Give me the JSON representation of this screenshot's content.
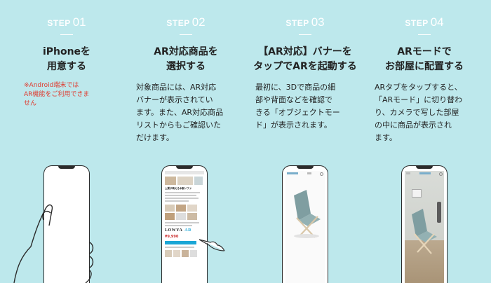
{
  "steps": [
    {
      "word": "STEP",
      "num": "01",
      "title": [
        "iPhoneを",
        "用意する"
      ],
      "note": [
        "※Android端末では",
        "AR機能をご利用できま",
        "せん"
      ]
    },
    {
      "word": "STEP",
      "num": "02",
      "title": [
        "AR対応商品を",
        "選択する"
      ],
      "body": [
        "対象商品には、AR対応",
        "バナーが表示されてい",
        "ます。また、AR対応商品",
        "リストからもご確認いた",
        "だけます。"
      ]
    },
    {
      "word": "STEP",
      "num": "03",
      "title": [
        "【AR対応】バナーを",
        "タップでARを起動する"
      ],
      "body": [
        "最初に、3Dで商品の細",
        "部や背面などを確認で",
        "きる「オブジェクトモー",
        "ド」が表示されます。"
      ]
    },
    {
      "word": "STEP",
      "num": "04",
      "title": [
        "ARモードで",
        "お部屋に配置する"
      ],
      "body": [
        "ARタブをタップすると、",
        "「ARモード」に切り替わ",
        "り、カメラで写した部屋",
        "の中に商品が表示され",
        "ます。"
      ]
    }
  ],
  "screens": {
    "product_title": "上質が映える木製ソファ",
    "price": "¥9,990",
    "brand": "LOWYA",
    "ar_badge": "AR"
  },
  "colors": {
    "background": "#bde8ec",
    "step_text": "#ffffff",
    "note": "#e03a2e",
    "chair_fabric": "#7f9ea1",
    "ar_button": "#1aa6d6"
  }
}
